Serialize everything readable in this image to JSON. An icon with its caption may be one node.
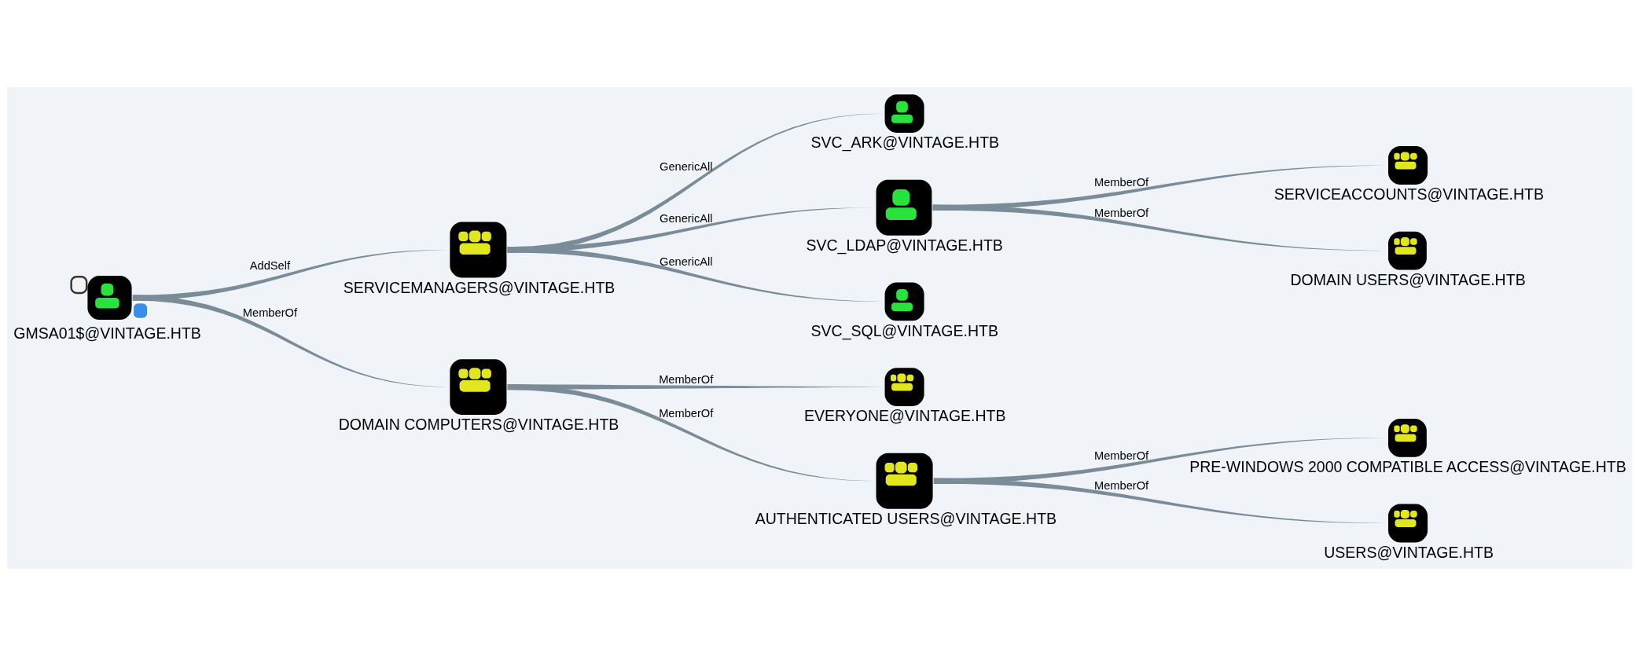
{
  "diagram": {
    "nodes": [
      {
        "text": [
          "GMSA01$@VINTAGE.HTB"
        ]
      },
      {
        "text": [
          "SERVICEMANAGERS@VINTAGE.HTB"
        ]
      },
      {
        "text": [
          "SVC_ARK@VINTAGE.HTB"
        ]
      },
      {
        "text": [
          "SVC_LDAP@VINTAGE.HTB"
        ]
      },
      {
        "text": [
          "SVC_SQL@VINTAGE.HTB"
        ]
      },
      {
        "text": [
          "SERVICEACCOUNTS@VINTAGE.HTB"
        ]
      },
      {
        "text": [
          "DOMAIN USERS@VINTAGE.HTB"
        ]
      },
      {
        "text": [
          "DOMAIN COMPUTERS@VINTAGE.HTB"
        ]
      },
      {
        "text": [
          "EVERYONE@VINTAGE.HTB"
        ]
      },
      {
        "text": [
          "AUTHENTICATED USERS@VINTAGE.HTB"
        ]
      },
      {
        "text": [
          "PRE-WINDOWS 2000 COMPATIBLE ACCESS@VINTAGE.HTB"
        ]
      },
      {
        "text": [
          "USERS@VINTAGE.HTB"
        ]
      }
    ],
    "edges": [
      {
        "from": 0,
        "to": 1,
        "arrow": "none",
        "label": "AddSelf"
      },
      {
        "from": 0,
        "to": 7,
        "arrow": "none",
        "label": "MemberOf"
      },
      {
        "from": 1,
        "to": 2,
        "arrow": "none",
        "label": "GenericAll"
      },
      {
        "from": 1,
        "to": 3,
        "arrow": "none",
        "label": "GenericAll"
      },
      {
        "from": 1,
        "to": 4,
        "arrow": "none",
        "label": "GenericAll"
      },
      {
        "from": 3,
        "to": 5,
        "arrow": "none",
        "label": "MemberOf"
      },
      {
        "from": 3,
        "to": 6,
        "arrow": "none",
        "label": "MemberOf"
      },
      {
        "from": 7,
        "to": 8,
        "arrow": "none",
        "label": "MemberOf"
      },
      {
        "from": 7,
        "to": 9,
        "arrow": "none",
        "label": "MemberOf"
      },
      {
        "from": 9,
        "to": 10,
        "arrow": "none",
        "label": "MemberOf"
      },
      {
        "from": 9,
        "to": 11,
        "arrow": "none",
        "label": "MemberOf"
      }
    ]
  }
}
